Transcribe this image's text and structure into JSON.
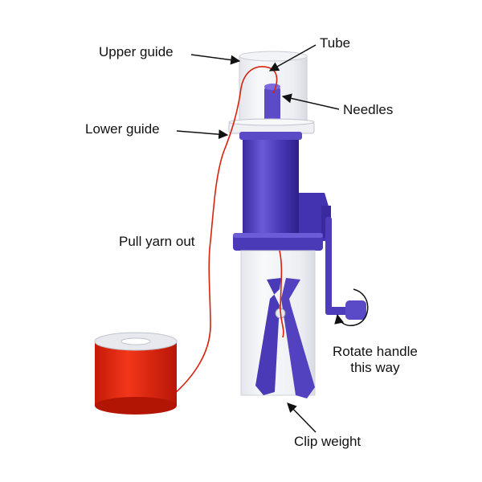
{
  "labels": {
    "upper_guide": "Upper guide",
    "tube": "Tube",
    "needles": "Needles",
    "lower_guide": "Lower guide",
    "pull_yarn_out": "Pull yarn out",
    "rotate_handle_line1": "Rotate handle",
    "rotate_handle_line2": "this way",
    "clip_weight": "Clip weight"
  },
  "colors": {
    "machine_purple": "#4b3bb8",
    "yarn_red": "#e0230f",
    "tube_clear": "#eef0f4",
    "arrow": "#111111"
  }
}
